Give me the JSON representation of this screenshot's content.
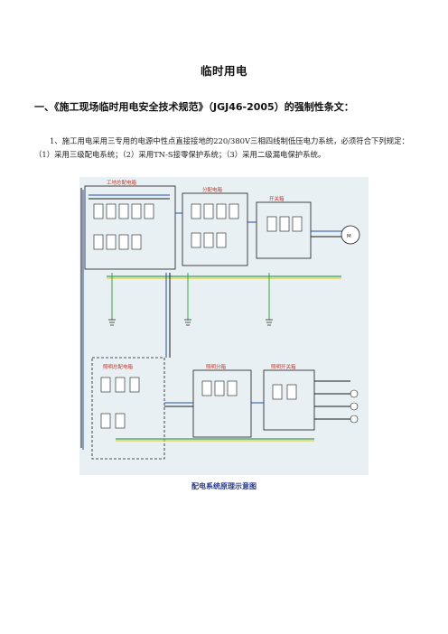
{
  "document": {
    "title": "临时用电",
    "section_heading": "一、《施工现场临时用电安全技术规范》（JGJ46-2005）的强制性条文：",
    "paragraph": "1、施工用电采用三专用的电源中性点直接接地的220/380V三相四线制低压电力系统，必须符合下列规定：（1）采用三级配电系统；（2）采用TN-S接零保护系统；（3）采用二级漏电保护系统。",
    "figure_caption": "配电系统原理示意图"
  },
  "diagram": {
    "box_labels": {
      "main_box": "工地总配电箱",
      "sub_box": "分配电箱",
      "switch_box": "开关箱",
      "lighting_main_box": "照明总配电箱",
      "lighting_sub_box": "照明分箱",
      "lighting_switch_box": "照明开关箱"
    },
    "motor_label": "M",
    "colors": {
      "background": "#e9f0f4",
      "wire_blue": "#1f4fa8",
      "wire_black": "#1a1a1a",
      "wire_green": "#3aa348",
      "wire_yellow": "#e3c51e",
      "label_red": "#c0392b",
      "breaker_fill": "#ffffff"
    }
  }
}
